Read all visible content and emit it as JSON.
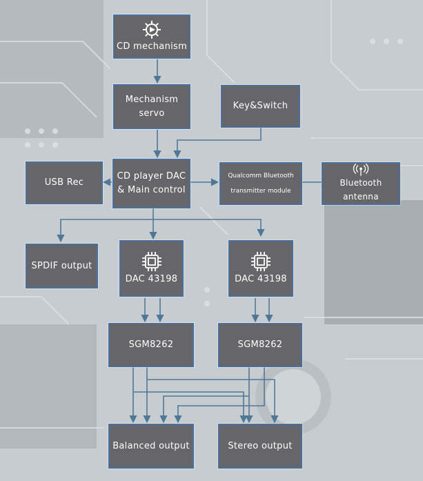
{
  "diagram": {
    "nodes": {
      "cd_mechanism": {
        "label": "CD mechanism",
        "icon": "gear-icon"
      },
      "mechanism_servo": {
        "label_lines": [
          "Mechanism",
          "servo"
        ]
      },
      "key_switch": {
        "label": "Key&Switch"
      },
      "usb_rec": {
        "label": "USB Rec"
      },
      "main_control": {
        "label_lines": [
          "CD player DAC",
          "& Main control"
        ]
      },
      "bt_module": {
        "label_lines": [
          "Qualcomm Bluetooth",
          "transmitter module"
        ]
      },
      "bt_antenna": {
        "label": "Bluetooth antenna",
        "icon": "antenna-icon"
      },
      "spdif": {
        "label": "SPDIF output"
      },
      "dac_left": {
        "label": "DAC 43198",
        "icon": "chip-icon"
      },
      "dac_right": {
        "label": "DAC 43198",
        "icon": "chip-icon"
      },
      "sgm_left": {
        "label": "SGM8262"
      },
      "sgm_right": {
        "label": "SGM8262"
      },
      "balanced": {
        "label": "Balanced output"
      },
      "stereo": {
        "label": "Stereo output"
      }
    },
    "colors": {
      "box_fill": "#666669",
      "box_border": "#4a6f9c",
      "connector": "#4f7897",
      "text": "#ffffff"
    }
  }
}
